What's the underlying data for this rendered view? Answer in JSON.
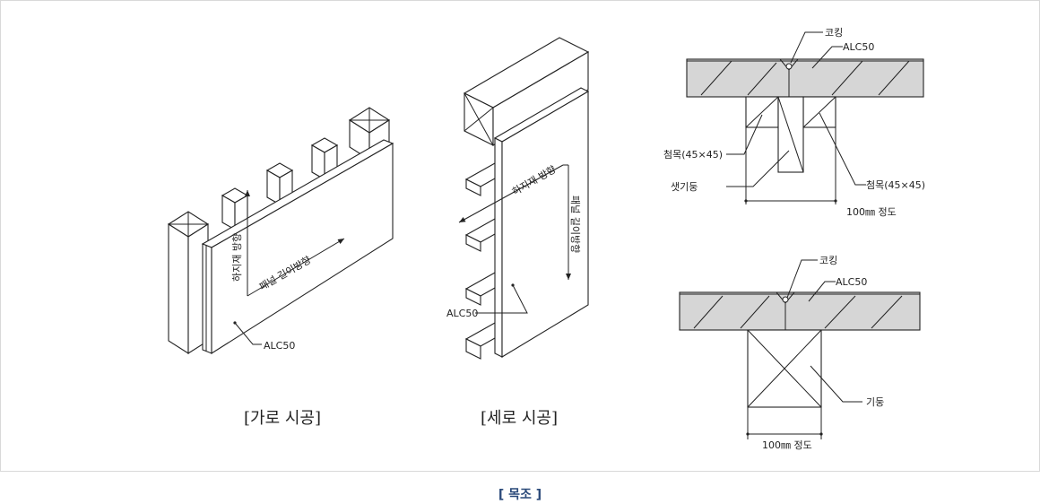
{
  "figure_caption": "[ 목조 ]",
  "left_drawing": {
    "caption": "[가로 시공]",
    "label_panel": "ALC50",
    "label_support_dir": "하지재 방향",
    "label_panel_dir": "패널 길이방향"
  },
  "middle_drawing": {
    "caption": "[세로 시공]",
    "label_panel": "ALC50",
    "label_support_dir": "하지재 방향",
    "label_panel_dir": "패널 길이방향"
  },
  "top_right_detail": {
    "label_caulking": "코킹",
    "label_panel": "ALC50",
    "label_left_block": "첨목(45×45)",
    "label_stud": "샛기둥",
    "label_right_block": "첨목(45×45)",
    "dimension": "100㎜ 정도"
  },
  "bottom_right_detail": {
    "label_caulking": "코킹",
    "label_panel": "ALC50",
    "label_post": "기둥",
    "dimension": "100㎜ 정도"
  }
}
